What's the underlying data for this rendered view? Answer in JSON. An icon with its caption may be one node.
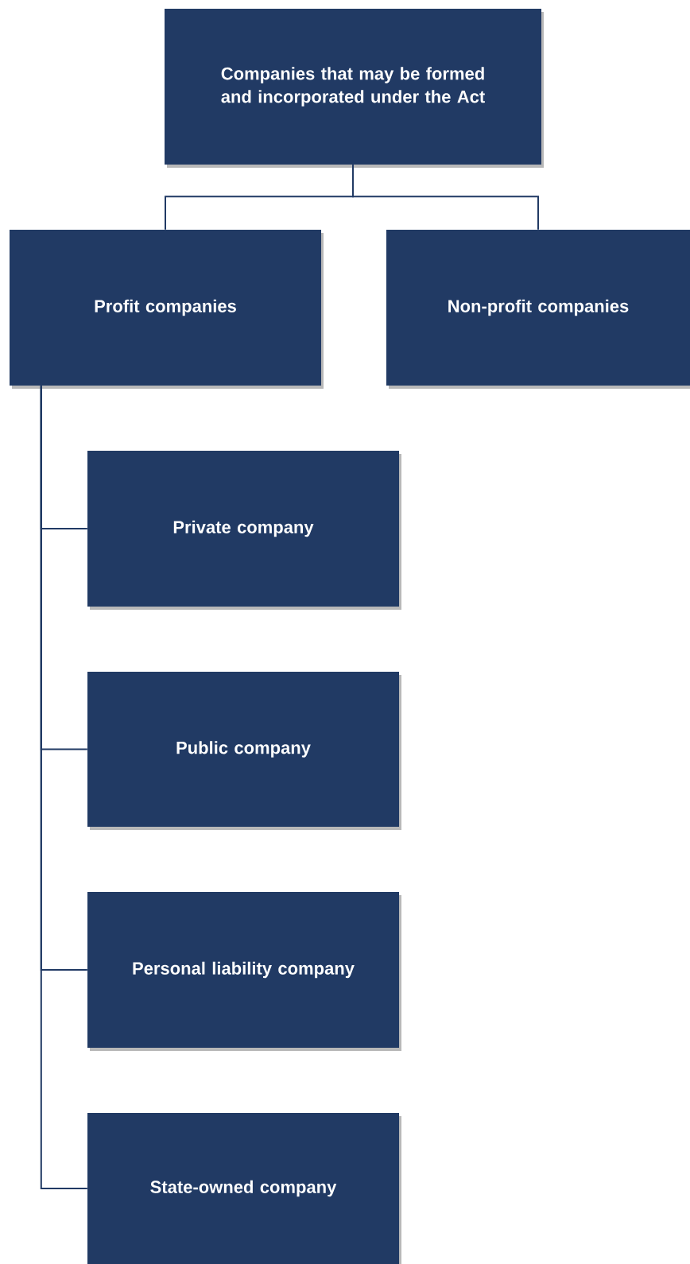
{
  "diagram": {
    "nodes": [
      {
        "text": [
          "Companies that may be formed and incorporated under the Act"
        ]
      },
      {
        "text": [
          "Profit companies"
        ]
      },
      {
        "text": [
          "Non-profit companies"
        ]
      },
      {
        "text": [
          "Private company"
        ]
      },
      {
        "text": [
          "Public company"
        ]
      },
      {
        "text": [
          "Personal liability company"
        ]
      },
      {
        "text": [
          "State-owned company"
        ]
      }
    ],
    "edges": [
      {
        "from": 0,
        "to": 1,
        "arrow": "none"
      },
      {
        "from": 0,
        "to": 2,
        "arrow": "none"
      },
      {
        "from": 1,
        "to": 3,
        "arrow": "none"
      },
      {
        "from": 1,
        "to": 4,
        "arrow": "none"
      },
      {
        "from": 1,
        "to": 5,
        "arrow": "none"
      },
      {
        "from": 1,
        "to": 6,
        "arrow": "none"
      }
    ]
  }
}
